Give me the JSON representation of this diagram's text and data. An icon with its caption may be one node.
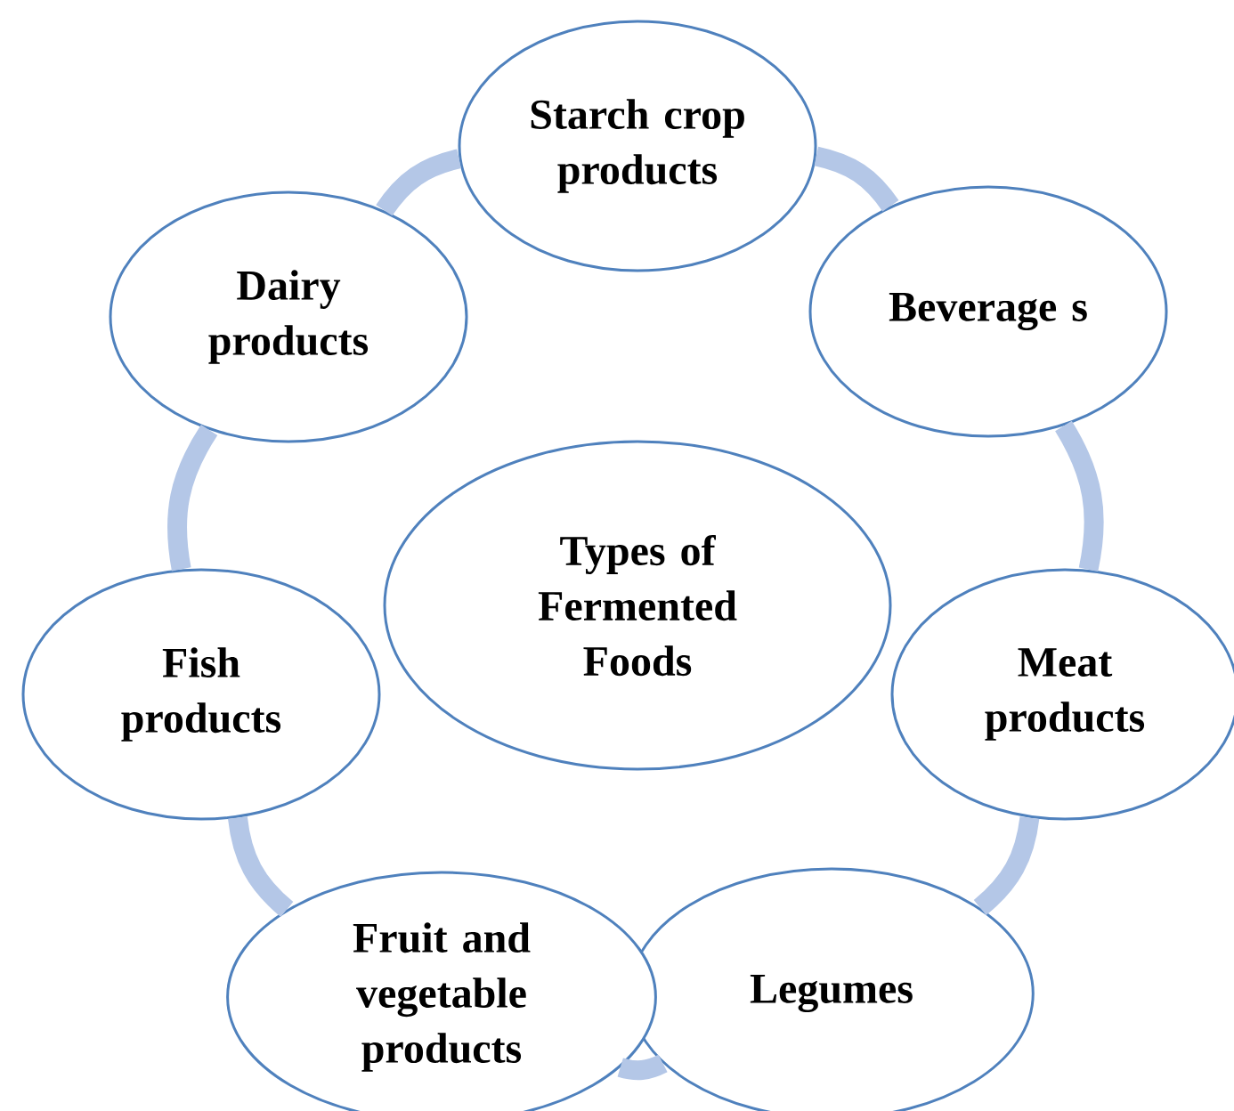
{
  "diagram": {
    "nodes": [
      {
        "text": [
          "Types of Fermented Foods"
        ]
      },
      {
        "text": [
          "Starch crop products"
        ]
      },
      {
        "text": [
          "Beverage s"
        ]
      },
      {
        "text": [
          "Meat products"
        ]
      },
      {
        "text": [
          "Legumes"
        ]
      },
      {
        "text": [
          "Fruit and vegetable products"
        ]
      },
      {
        "text": [
          "Fish products"
        ]
      },
      {
        "text": [
          "Dairy products"
        ]
      }
    ],
    "edges": [
      {
        "from": 1,
        "to": 2,
        "arrow": "none"
      },
      {
        "from": 2,
        "to": 3,
        "arrow": "none"
      },
      {
        "from": 3,
        "to": 4,
        "arrow": "none"
      },
      {
        "from": 4,
        "to": 5,
        "arrow": "none"
      },
      {
        "from": 5,
        "to": 6,
        "arrow": "none"
      },
      {
        "from": 6,
        "to": 7,
        "arrow": "none"
      },
      {
        "from": 7,
        "to": 1,
        "arrow": "none"
      }
    ]
  }
}
